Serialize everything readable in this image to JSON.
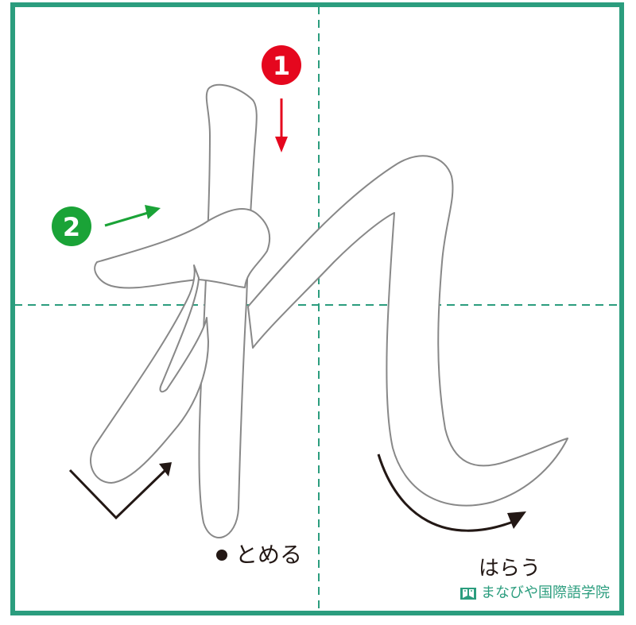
{
  "colors": {
    "frame": "#2b9d7e",
    "guide": "#2b9d7e",
    "stroke1": "#e5071e",
    "stroke2": "#1aa337",
    "outline": "#888888",
    "ink": "#231815"
  },
  "strokes": [
    {
      "number": "1",
      "color": "stroke1",
      "icon": "arrow-down-icon"
    },
    {
      "number": "2",
      "color": "stroke2",
      "icon": "arrow-right-icon"
    }
  ],
  "annotations": {
    "stop": "とめる",
    "sweep": "はらう"
  },
  "brand": {
    "icon": "book-icon",
    "name": "まなびや国際語学院"
  }
}
